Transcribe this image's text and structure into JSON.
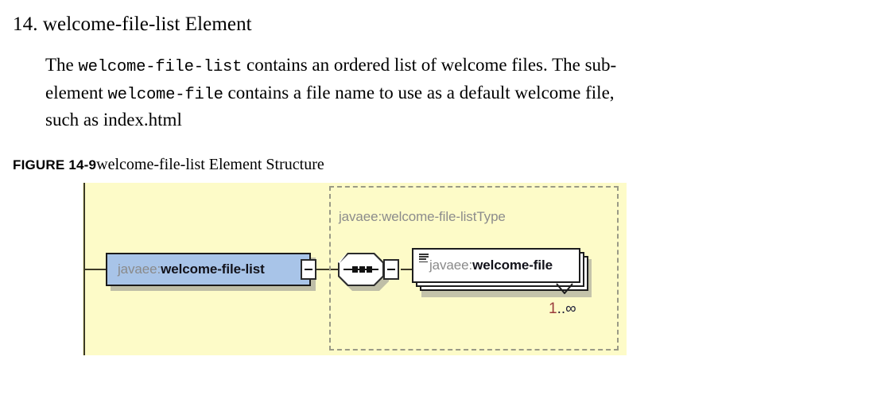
{
  "document": {
    "heading": "14. welcome-file-list Element",
    "body_lines": [
      [
        {
          "t": "The ",
          "style": "serif"
        },
        {
          "t": "welcome-file-list",
          "style": "mono"
        },
        {
          "t": " contains an ordered list of welcome files. The sub-",
          "style": "serif"
        }
      ],
      [
        {
          "t": "element ",
          "style": "serif"
        },
        {
          "t": "welcome-file",
          "style": "mono"
        },
        {
          "t": " contains a file name to use as a default welcome file,",
          "style": "serif"
        }
      ],
      [
        {
          "t": "such as index.html",
          "style": "serif"
        }
      ]
    ],
    "body_line_1": "The welcome-file-list contains an ordered list of welcome files. The sub-",
    "body_line_2": "element welcome-file contains a file name to use as a default welcome file,",
    "body_line_3": "such as index.html",
    "figure": {
      "label": "FIGURE 14-9",
      "title": "welcome-file-list Element Structure"
    }
  },
  "diagram": {
    "background_color": "#fdfbc8",
    "root_element": {
      "namespace": "javaee:",
      "name": "welcome-file-list",
      "fill_color": "#a8c4e8",
      "expander": "minus"
    },
    "type_container": {
      "label": "javaee:welcome-file-listType",
      "border_style": "dashed",
      "border_color": "#9a9a86"
    },
    "compositor": {
      "kind": "sequence",
      "icon": "sequence-dots-icon",
      "expander": "minus"
    },
    "child_element": {
      "namespace": "javaee:",
      "name": "welcome-file",
      "icon": "content-lines-icon",
      "repeating": true,
      "multiplicity_min": "1",
      "multiplicity_separator": "..",
      "multiplicity_max": "∞"
    }
  }
}
